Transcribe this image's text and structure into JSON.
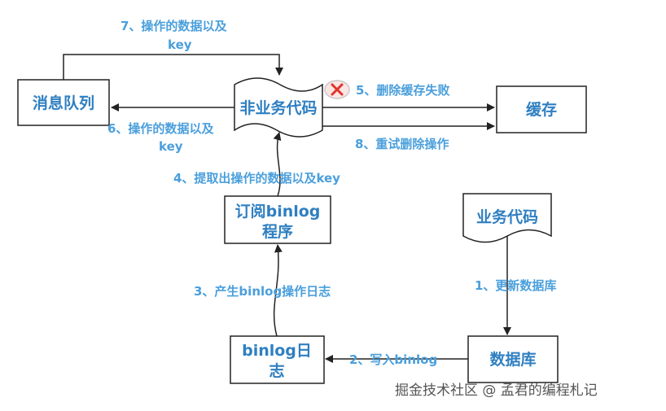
{
  "nodes": {
    "queue": "消息队列",
    "nonbiz_code": "非业务代码",
    "cache": "缓存",
    "subscriber_line1": "订阅binlog",
    "subscriber_line2": "程序",
    "biz_code": "业务代码",
    "binlog_line1": "binlog日",
    "binlog_line2": "志",
    "database": "数据库"
  },
  "edges": {
    "step1": "1、更新数据库",
    "step2": "2、写入binlog",
    "step3": "3、产生binlog操作日志",
    "step4": "4、提取出操作的数据以及key",
    "step5": "5、删除缓存失败",
    "step6_line1": "6、操作的数据以及",
    "step6_line2": "key",
    "step7_line1": "7、操作的数据以及",
    "step7_line2": "key",
    "step8": "8、重试删除操作"
  },
  "watermark": "掘金技术社区 @ 孟君的编程札记",
  "colors": {
    "node_text": "#2f7fc1",
    "edge_label": "#4a9fdc",
    "stroke": "#222222",
    "fail_icon": "#e0342c"
  },
  "icons": {
    "failure": "x-circle-icon"
  }
}
